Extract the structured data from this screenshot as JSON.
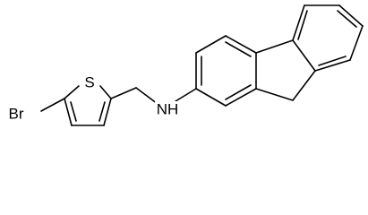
{
  "diagram": {
    "kind": "chemical-structure",
    "colors": {
      "background": "#ffffff",
      "ink": "#000000"
    },
    "atom_labels": {
      "bromine": "Br",
      "sulfur": "S",
      "nitrogen_h": "NH"
    }
  }
}
